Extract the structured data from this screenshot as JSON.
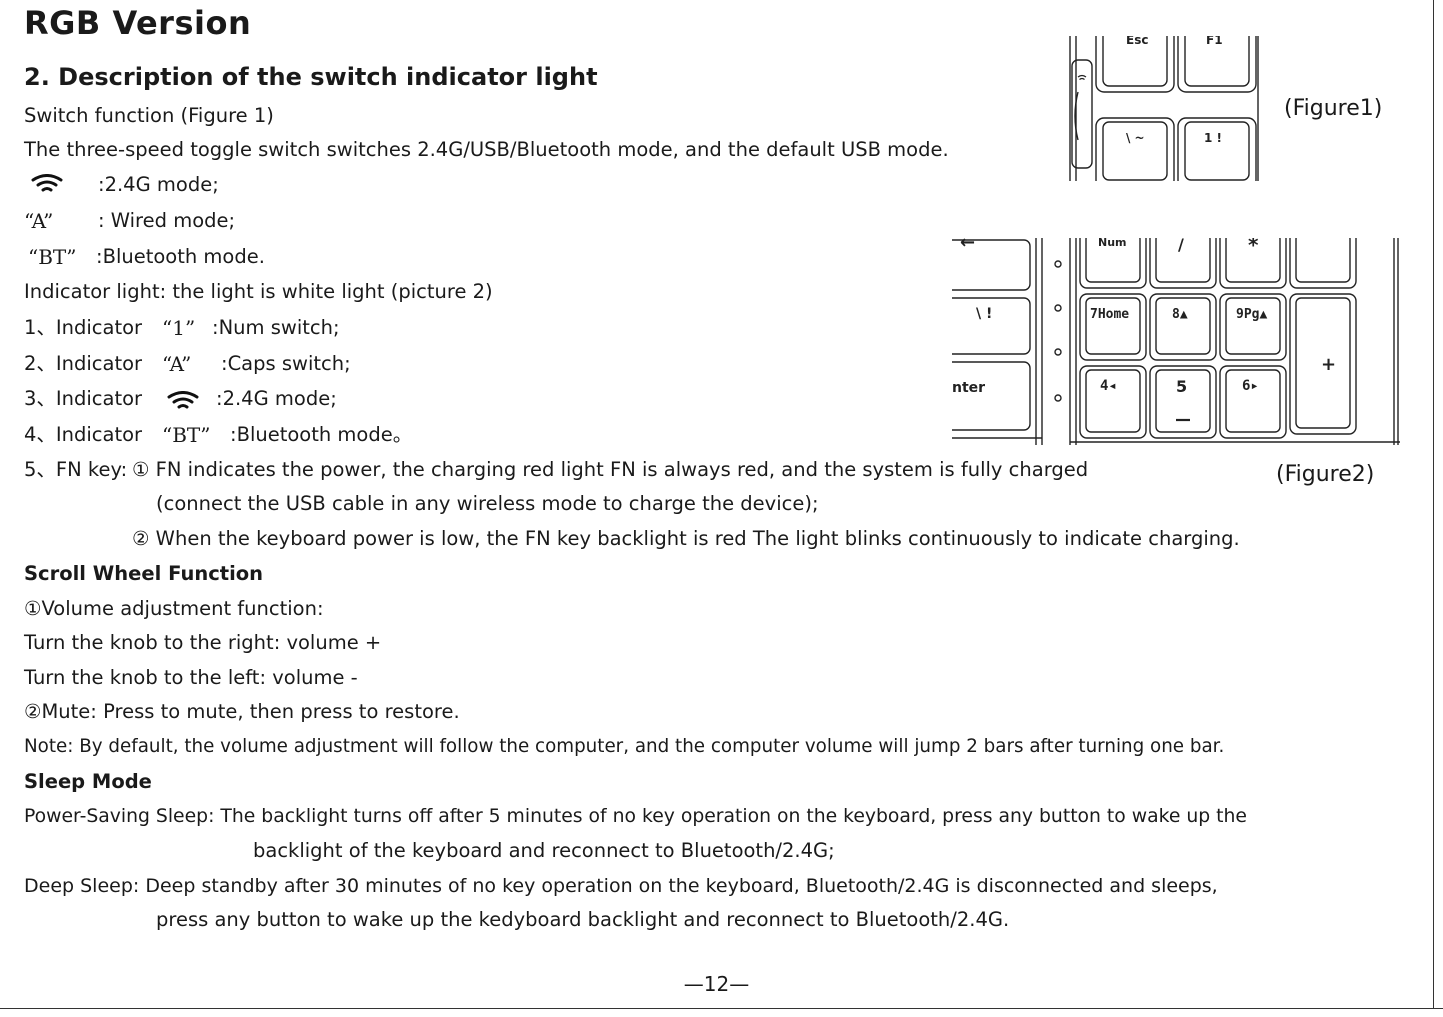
{
  "doc": {
    "title": "RGB Version",
    "heading": "2. Description of the switch indicator light",
    "switch_function": "Switch function (Figure 1)",
    "toggle_desc": "The three-speed toggle switch switches 2.4G/USB/Bluetooth mode, and the default USB mode.",
    "modes": [
      {
        "label": "",
        "text": ":2.4G mode;",
        "icon": "wifi-icon"
      },
      {
        "label": "“A”",
        "text": ": Wired mode;"
      },
      {
        "label": "“BT”",
        "text": ":Bluetooth mode."
      }
    ],
    "indicator_light": "Indicator light: the light is white light (picture 2)",
    "indicators": [
      {
        "prefix": "1、Indicator",
        "label": "“1”",
        "text": ":Num switch;"
      },
      {
        "prefix": "2、Indicator",
        "label": "“A”",
        "text": ":Caps switch;"
      },
      {
        "prefix": "3、Indicator",
        "label": "",
        "text": ":2.4G mode;",
        "icon": "wifi-icon"
      },
      {
        "prefix": "4、Indicator",
        "label": "“BT”",
        "text": ":Bluetooth mode。"
      }
    ],
    "fn_key": {
      "prefix": "5、FN key:",
      "item1": "① FN indicates the power, the charging red light FN is always red, and the system is fully charged",
      "item1_cont": "(connect the USB cable in any wireless mode to charge the device);",
      "item2": "② When the keyboard power is low, the FN key backlight is red The light blinks continuously to indicate charging."
    },
    "scroll": {
      "heading": "Scroll Wheel Function",
      "volume": "①Volume adjustment function:",
      "right": "Turn the knob to the right: volume +",
      "left": "Turn the knob to the left: volume -",
      "mute": "②Mute: Press to mute, then press to restore.",
      "note": "Note: By default, the volume adjustment will follow the computer, and the computer volume will jump 2 bars after turning one bar."
    },
    "sleep": {
      "heading": "Sleep Mode",
      "power_saving": "Power-Saving Sleep: The backlight turns off after 5 minutes of no key operation on the keyboard, press any button to wake up the",
      "power_saving_cont": "backlight of the keyboard and reconnect to Bluetooth/2.4G;",
      "deep": "Deep Sleep: Deep standby after 30 minutes of no key operation on the keyboard, Bluetooth/2.4G is disconnected and sleeps,",
      "deep_cont": "press any button to wake up the kedyboard backlight and reconnect to Bluetooth/2.4G."
    },
    "page_number": "—12—"
  },
  "figures": {
    "figure1": {
      "caption": "(Figure1)",
      "keys": [
        "Esc",
        "F1",
        "\\ ~",
        "1 !"
      ]
    },
    "figure2": {
      "caption": "(Figure2)",
      "keys": [
        "←",
        "\\ !",
        "nter",
        "Num",
        "/",
        "*",
        "7Home",
        "8▲",
        "9Pg▲",
        "+",
        "4◂",
        "5",
        "6▸"
      ]
    }
  },
  "colors": {
    "text": "#1a1a1a",
    "line_art": "#222222",
    "background": "#ffffff"
  }
}
